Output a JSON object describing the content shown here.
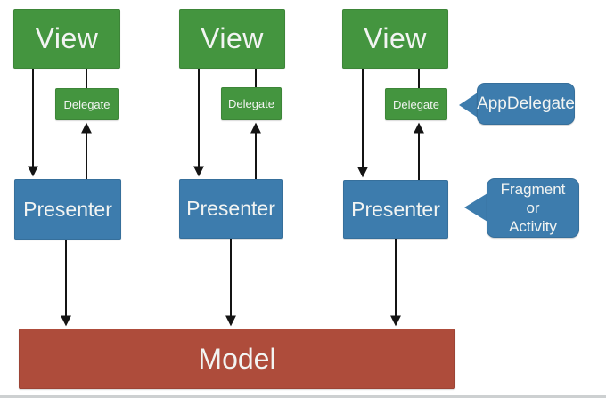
{
  "diagram": {
    "columns": [
      {
        "view": "View",
        "delegate": "Delegate",
        "presenter": "Presenter"
      },
      {
        "view": "View",
        "delegate": "Delegate",
        "presenter": "Presenter"
      },
      {
        "view": "View",
        "delegate": "Delegate",
        "presenter": "Presenter"
      }
    ],
    "model": "Model",
    "callouts": {
      "app_delegate": "AppDelegate",
      "fragment": {
        "line1": "Fragment",
        "line2": "or",
        "line3": "Activity"
      }
    },
    "colors": {
      "green": "#44953f",
      "blue": "#3d7cad",
      "red": "#ae4c3b",
      "text": "#f2f4f2"
    }
  }
}
